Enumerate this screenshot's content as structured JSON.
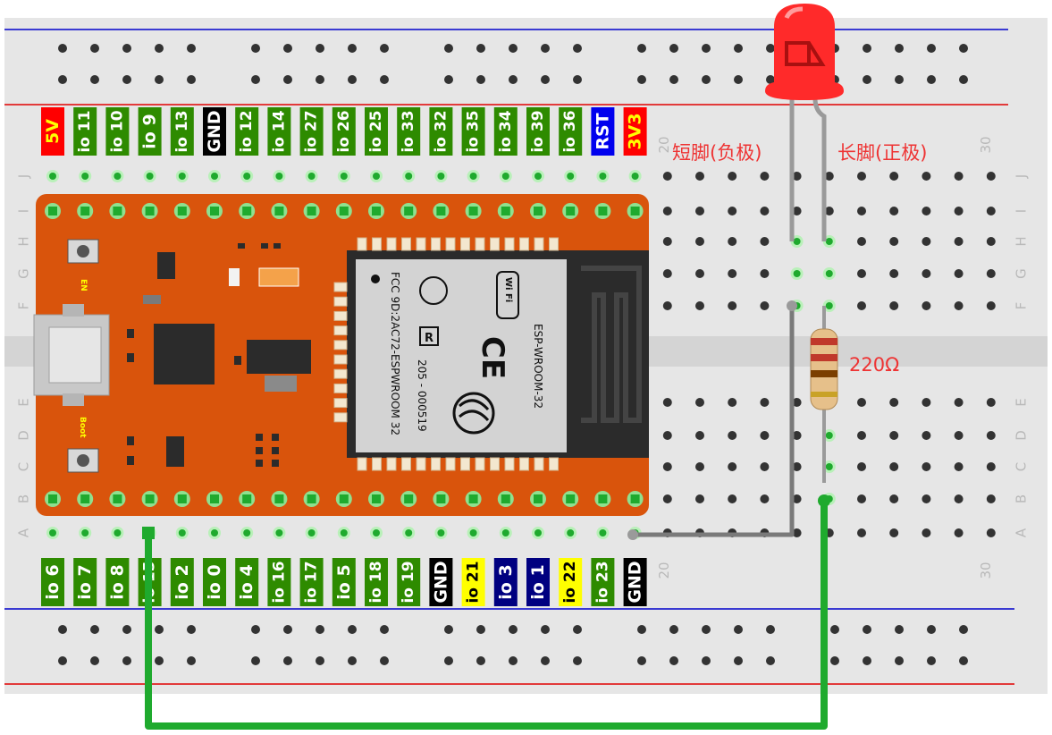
{
  "top_labels": [
    {
      "text": "5V",
      "bg": "#ff0000",
      "fg": "#ffff00"
    },
    {
      "text": "io 11",
      "bg": "#2e8b00",
      "fg": "#ffffff"
    },
    {
      "text": "io 10",
      "bg": "#2e8b00",
      "fg": "#ffffff"
    },
    {
      "text": "io 9",
      "bg": "#2e8b00",
      "fg": "#ffffff"
    },
    {
      "text": "io 13",
      "bg": "#2e8b00",
      "fg": "#ffffff"
    },
    {
      "text": "GND",
      "bg": "#000000",
      "fg": "#ffffff"
    },
    {
      "text": "io 12",
      "bg": "#2e8b00",
      "fg": "#ffffff"
    },
    {
      "text": "io 14",
      "bg": "#2e8b00",
      "fg": "#ffffff"
    },
    {
      "text": "io 27",
      "bg": "#2e8b00",
      "fg": "#ffffff"
    },
    {
      "text": "io 26",
      "bg": "#2e8b00",
      "fg": "#ffffff"
    },
    {
      "text": "io 25",
      "bg": "#2e8b00",
      "fg": "#ffffff"
    },
    {
      "text": "io 33",
      "bg": "#2e8b00",
      "fg": "#ffffff"
    },
    {
      "text": "io 32",
      "bg": "#2e8b00",
      "fg": "#ffffff"
    },
    {
      "text": "io 35",
      "bg": "#2e8b00",
      "fg": "#ffffff"
    },
    {
      "text": "io 34",
      "bg": "#2e8b00",
      "fg": "#ffffff"
    },
    {
      "text": "io 39",
      "bg": "#2e8b00",
      "fg": "#ffffff"
    },
    {
      "text": "io 36",
      "bg": "#2e8b00",
      "fg": "#ffffff"
    },
    {
      "text": "RST",
      "bg": "#0000ee",
      "fg": "#ffffff"
    },
    {
      "text": "3V3",
      "bg": "#ff0000",
      "fg": "#ffff00"
    }
  ],
  "bottom_labels": [
    {
      "text": "io 6",
      "bg": "#2e8b00",
      "fg": "#ffffff"
    },
    {
      "text": "io 7",
      "bg": "#2e8b00",
      "fg": "#ffffff"
    },
    {
      "text": "io 8",
      "bg": "#2e8b00",
      "fg": "#ffffff"
    },
    {
      "text": "io 15",
      "bg": "#2e8b00",
      "fg": "#ffffff"
    },
    {
      "text": "io 2",
      "bg": "#2e8b00",
      "fg": "#ffffff"
    },
    {
      "text": "io 0",
      "bg": "#2e8b00",
      "fg": "#ffffff"
    },
    {
      "text": "io 4",
      "bg": "#2e8b00",
      "fg": "#ffffff"
    },
    {
      "text": "io 16",
      "bg": "#2e8b00",
      "fg": "#ffffff"
    },
    {
      "text": "io 17",
      "bg": "#2e8b00",
      "fg": "#ffffff"
    },
    {
      "text": "io 5",
      "bg": "#2e8b00",
      "fg": "#ffffff"
    },
    {
      "text": "io 18",
      "bg": "#2e8b00",
      "fg": "#ffffff"
    },
    {
      "text": "io 19",
      "bg": "#2e8b00",
      "fg": "#ffffff"
    },
    {
      "text": "GND",
      "bg": "#000000",
      "fg": "#ffffff"
    },
    {
      "text": "io 21",
      "bg": "#ffff00",
      "fg": "#000000"
    },
    {
      "text": "io 3",
      "bg": "#000080",
      "fg": "#ffffff"
    },
    {
      "text": "io 1",
      "bg": "#000080",
      "fg": "#ffffff"
    },
    {
      "text": "io 22",
      "bg": "#ffff00",
      "fg": "#000000"
    },
    {
      "text": "io 23",
      "bg": "#2e8b00",
      "fg": "#ffffff"
    },
    {
      "text": "GND",
      "bg": "#000000",
      "fg": "#ffffff"
    }
  ],
  "row_letters": [
    "J",
    "I",
    "H",
    "G",
    "F",
    "E",
    "D",
    "C",
    "B",
    "A"
  ],
  "column_numbers": {
    "top_20": "20",
    "top_30": "30",
    "bottom_20": "20",
    "bottom_30": "30"
  },
  "annotations": {
    "short_leg": "短脚(负极)",
    "long_leg": "长脚(正极)",
    "resistor": "220Ω"
  },
  "board_silkscreen": {
    "en": "EN",
    "boot": "Boot",
    "module_model": "ESP-WROOM-32",
    "fcc_line": "FCC 9D:2AC72-ESPWROOM 32",
    "cert_line": "205 - 000519",
    "wifi": "Wi Fi",
    "r_mark": "R",
    "ce_mark": "CE"
  },
  "colors": {
    "board": "#d9540c",
    "breadboard": "#e6e6e6",
    "rail_red": "#e00000",
    "rail_blue": "#0000cc",
    "wire_green": "#1faa2e",
    "wire_gray": "#7a7a7a",
    "annotation_red": "#ee3333"
  }
}
